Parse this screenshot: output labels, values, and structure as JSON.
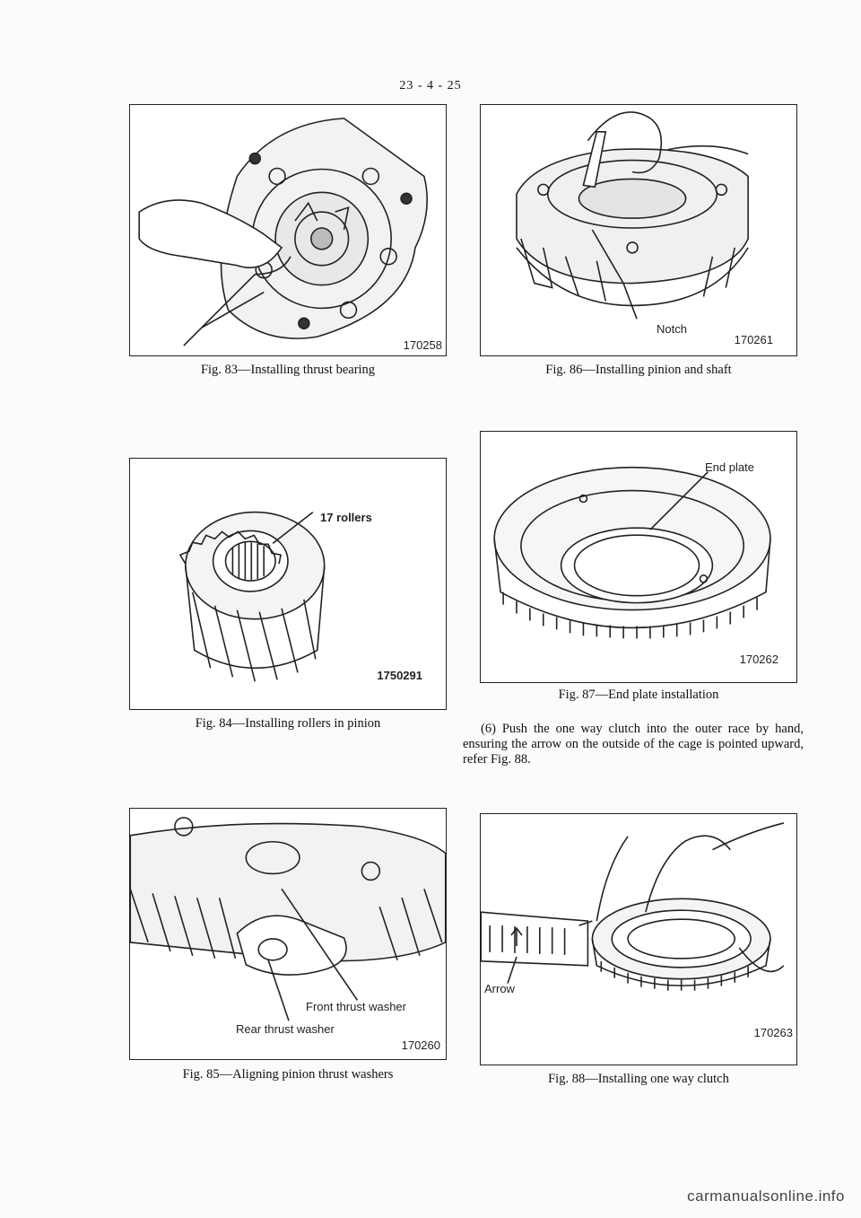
{
  "page_number": "23 - 4 - 25",
  "figures": {
    "fig83": {
      "caption": "Fig. 83—Installing thrust bearing",
      "number": "170258"
    },
    "fig86": {
      "caption": "Fig. 86—Installing pinion and shaft",
      "number": "170261",
      "callout": "Notch"
    },
    "fig84": {
      "caption": "Fig. 84—Installing rollers in pinion",
      "number": "1750291",
      "callout": "17 rollers"
    },
    "fig87": {
      "caption": "Fig. 87—End plate installation",
      "number": "170262",
      "callout": "End plate"
    },
    "fig85": {
      "caption": "Fig. 85—Aligning pinion thrust washers",
      "number": "170260",
      "callout_front": "Front thrust washer",
      "callout_rear": "Rear thrust washer"
    },
    "fig88": {
      "caption": "Fig. 88—Installing one way clutch",
      "number": "170263",
      "callout": "Arrow"
    }
  },
  "paragraph": "(6) Push the one way clutch into the outer race by hand, ensuring the arrow on the outside of the cage is pointed upward, refer Fig. 88.",
  "footer": "carmanualsonline.info"
}
